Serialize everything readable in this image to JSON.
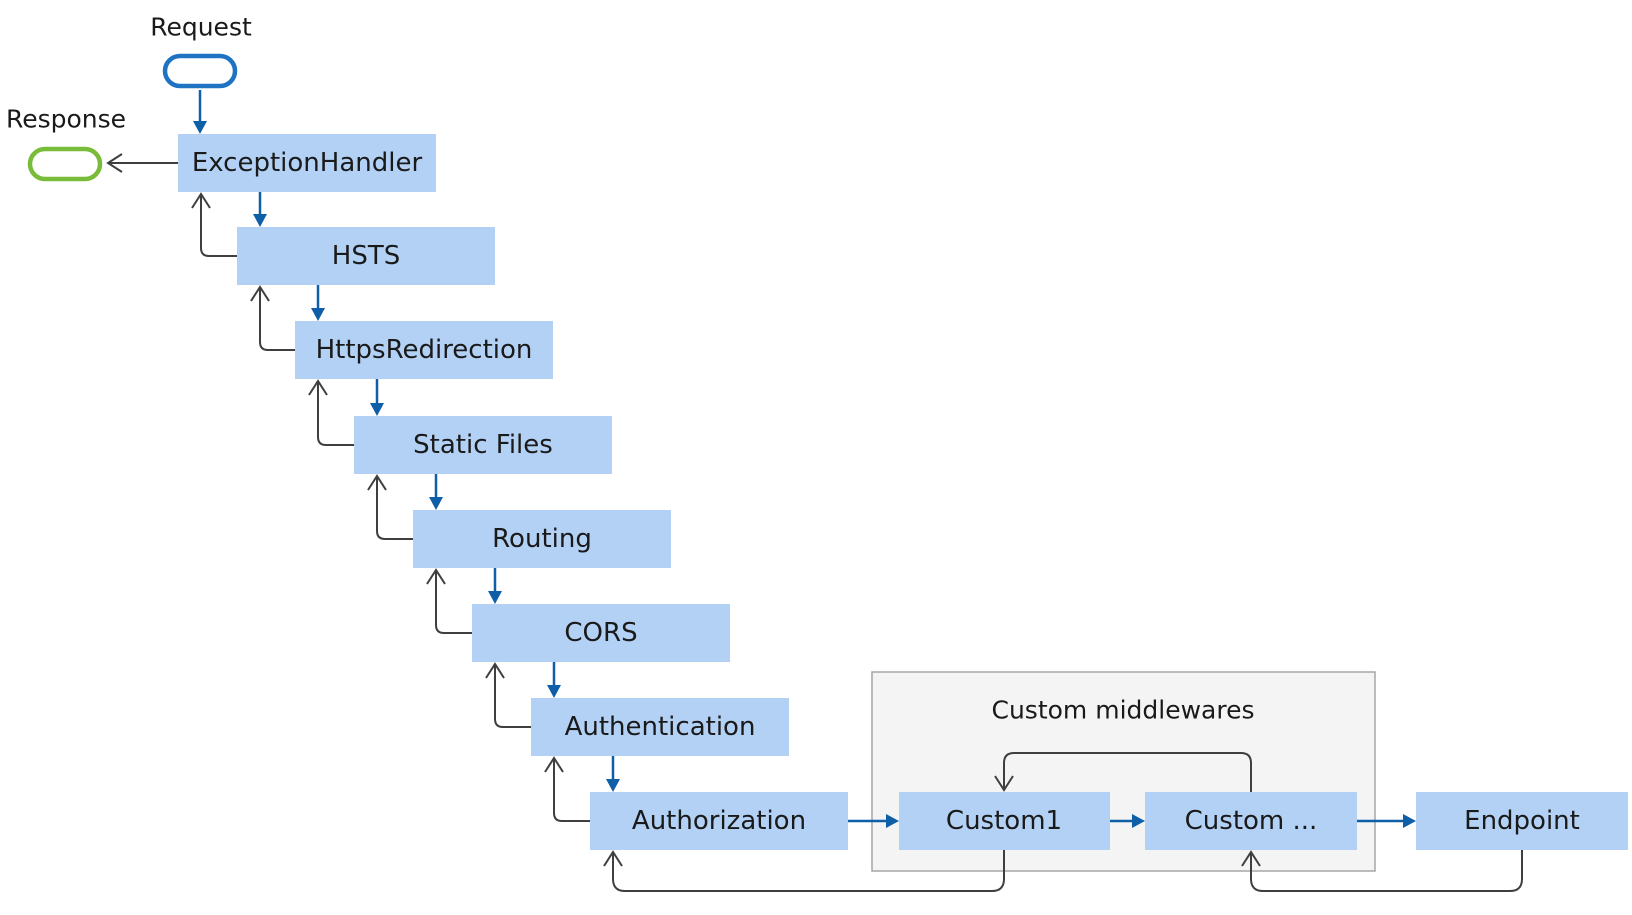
{
  "terminals": {
    "request": "Request",
    "response": "Response"
  },
  "colors": {
    "node_fill": "#b2d1f5",
    "request_terminal": "#1e73c2",
    "response_terminal": "#79bc3a",
    "forward_arrow": "#0f5ea8",
    "return_arrow": "#3f3f3f",
    "group_fill": "#f4f4f4"
  },
  "middleware_pipeline": [
    "ExceptionHandler",
    "HSTS",
    "HttpsRedirection",
    "Static Files",
    "Routing",
    "CORS",
    "Authentication",
    "Authorization"
  ],
  "custom_group": {
    "title": "Custom middlewares",
    "items": [
      "Custom1",
      "Custom ..."
    ]
  },
  "endpoint": "Endpoint"
}
